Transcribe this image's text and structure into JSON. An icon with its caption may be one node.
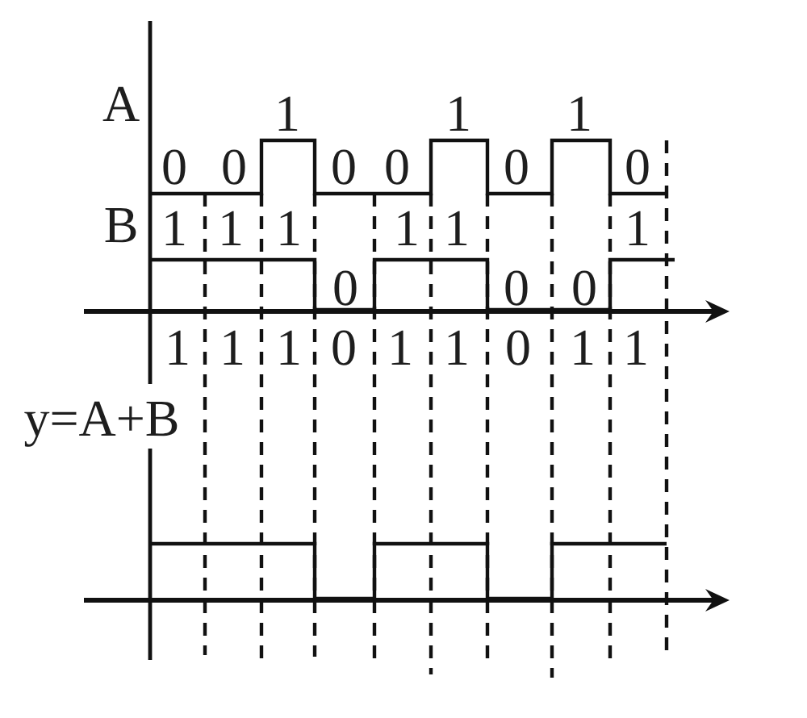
{
  "diagram": {
    "labels": [
      "A",
      "1",
      "1",
      "1",
      "0",
      "0",
      "0",
      "0",
      "0",
      "0",
      "B",
      "1",
      "1",
      "1",
      "1",
      "1",
      "1",
      "0",
      "0",
      "0",
      "1",
      "1",
      "1",
      "0",
      "1",
      "1",
      "0",
      "1",
      "1",
      "y=A+B"
    ]
  }
}
